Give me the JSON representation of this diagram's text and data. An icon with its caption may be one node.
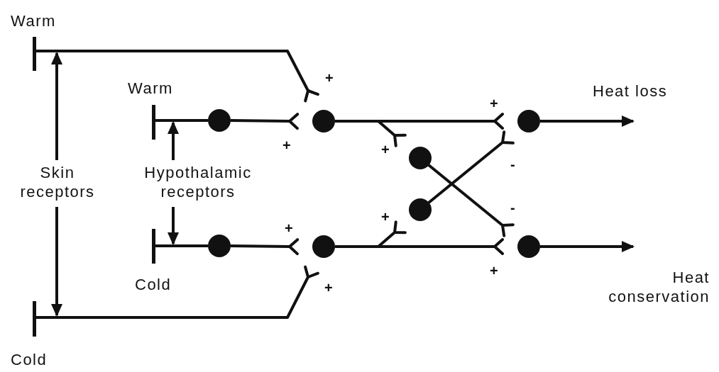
{
  "diagram": {
    "nodes": [
      {
        "text": [
          "Warm"
        ]
      },
      {
        "text": [
          "Warm"
        ]
      },
      {
        "text": [],
        "shape": "circle"
      },
      {
        "text": [],
        "shape": "circle"
      },
      {
        "text": [],
        "shape": "circle"
      },
      {
        "text": [],
        "shape": "circle"
      },
      {
        "text": [],
        "shape": "circle"
      },
      {
        "text": [
          "Cold"
        ]
      },
      {
        "text": [],
        "shape": "circle"
      },
      {
        "text": [],
        "shape": "circle"
      },
      {
        "text": [],
        "shape": "circle"
      },
      {
        "text": [
          "Cold"
        ]
      },
      {
        "text": [
          "Skin receptors"
        ]
      },
      {
        "text": [
          "Hypothalamic receptors"
        ]
      }
    ],
    "edges": [
      {
        "from": 0,
        "to": 3,
        "arrow": "other",
        "label": "+"
      },
      {
        "from": 1,
        "to": 2,
        "arrow": "none"
      },
      {
        "from": 2,
        "to": 3,
        "arrow": "other",
        "label": "+"
      },
      {
        "from": 3,
        "to": 6,
        "arrow": "other",
        "label": "+"
      },
      {
        "from": 3,
        "to": 4,
        "arrow": "other",
        "label": "+"
      },
      {
        "from": 4,
        "to": 10,
        "arrow": "other",
        "label": "-"
      },
      {
        "from": 5,
        "to": 6,
        "arrow": "other",
        "label": "-"
      },
      {
        "from": 9,
        "to": 5,
        "arrow": "other",
        "label": "+"
      },
      {
        "from": 9,
        "to": 10,
        "arrow": "other",
        "label": "+"
      },
      {
        "from": 8,
        "to": 9,
        "arrow": "other",
        "label": "+"
      },
      {
        "from": 7,
        "to": 8,
        "arrow": "none"
      },
      {
        "from": 11,
        "to": 9,
        "arrow": "other",
        "label": "+"
      },
      {
        "from": 6,
        "to": null,
        "arrow": "to",
        "label": "Heat loss"
      },
      {
        "from": 10,
        "to": null,
        "arrow": "to",
        "label": "Heat conservation"
      },
      {
        "from": 12,
        "to": 0,
        "arrow": "to"
      },
      {
        "from": 12,
        "to": 11,
        "arrow": "to"
      },
      {
        "from": 13,
        "to": 1,
        "arrow": "to"
      },
      {
        "from": 13,
        "to": 7,
        "arrow": "to"
      }
    ]
  }
}
